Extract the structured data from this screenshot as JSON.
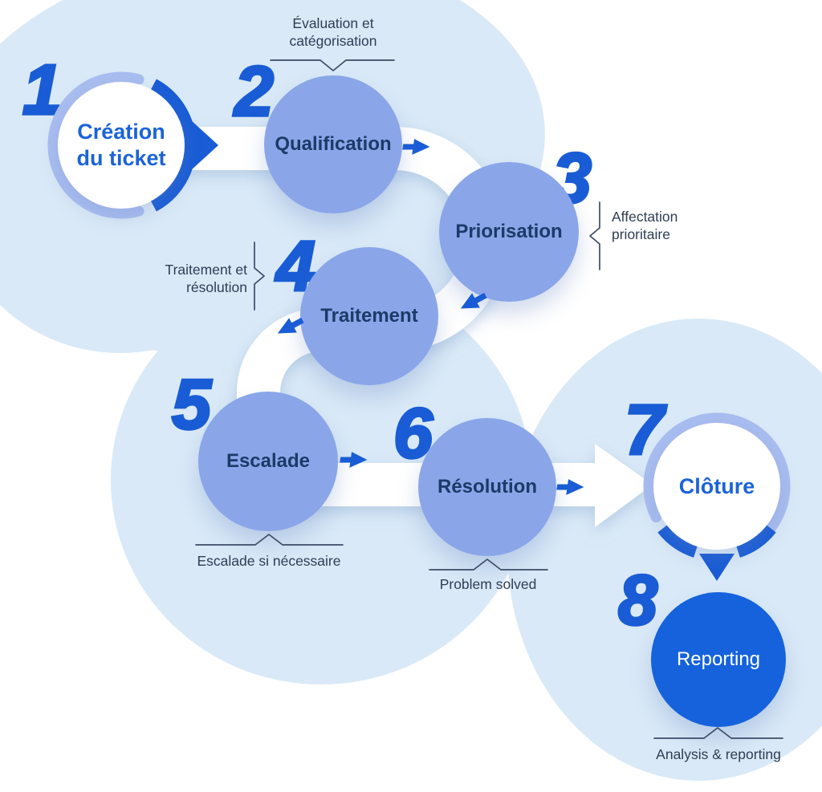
{
  "colors": {
    "bg": "#ffffff",
    "blob": "#d9e9f7",
    "node": "#8aa6e9",
    "node_text": "#1d3a68",
    "accent": "#195cd5",
    "accent_text": "#1b63d9",
    "ring_light": "#a9bdf0",
    "dark_node": "#1562dc",
    "annotation": "#2e3d55",
    "bracket": "#3d4b66",
    "band": "#ffffff"
  },
  "steps": [
    {
      "num": "1",
      "label": "Création du ticket",
      "lines": [
        "Création",
        "du ticket"
      ]
    },
    {
      "num": "2",
      "label": "Qualification",
      "annotation": "Évaluation et catégorisation",
      "annotation_lines": [
        "Évaluation et",
        "catégorisation"
      ]
    },
    {
      "num": "3",
      "label": "Priorisation",
      "annotation": "Affectation prioritaire",
      "annotation_lines": [
        "Affectation",
        "prioritaire"
      ]
    },
    {
      "num": "4",
      "label": "Traitement",
      "annotation": "Traitement et résolution",
      "annotation_lines": [
        "Traitement et",
        "résolution"
      ]
    },
    {
      "num": "5",
      "label": "Escalade",
      "annotation": "Escalade si nécessaire",
      "annotation_lines": [
        "Escalade si nécessaire"
      ]
    },
    {
      "num": "6",
      "label": "Résolution",
      "annotation": "Problem solved",
      "annotation_lines": [
        "Problem solved"
      ]
    },
    {
      "num": "7",
      "label": "Clôture"
    },
    {
      "num": "8",
      "label": "Reporting",
      "annotation": "Analysis & reporting",
      "annotation_lines": [
        "Analysis & reporting"
      ]
    }
  ]
}
